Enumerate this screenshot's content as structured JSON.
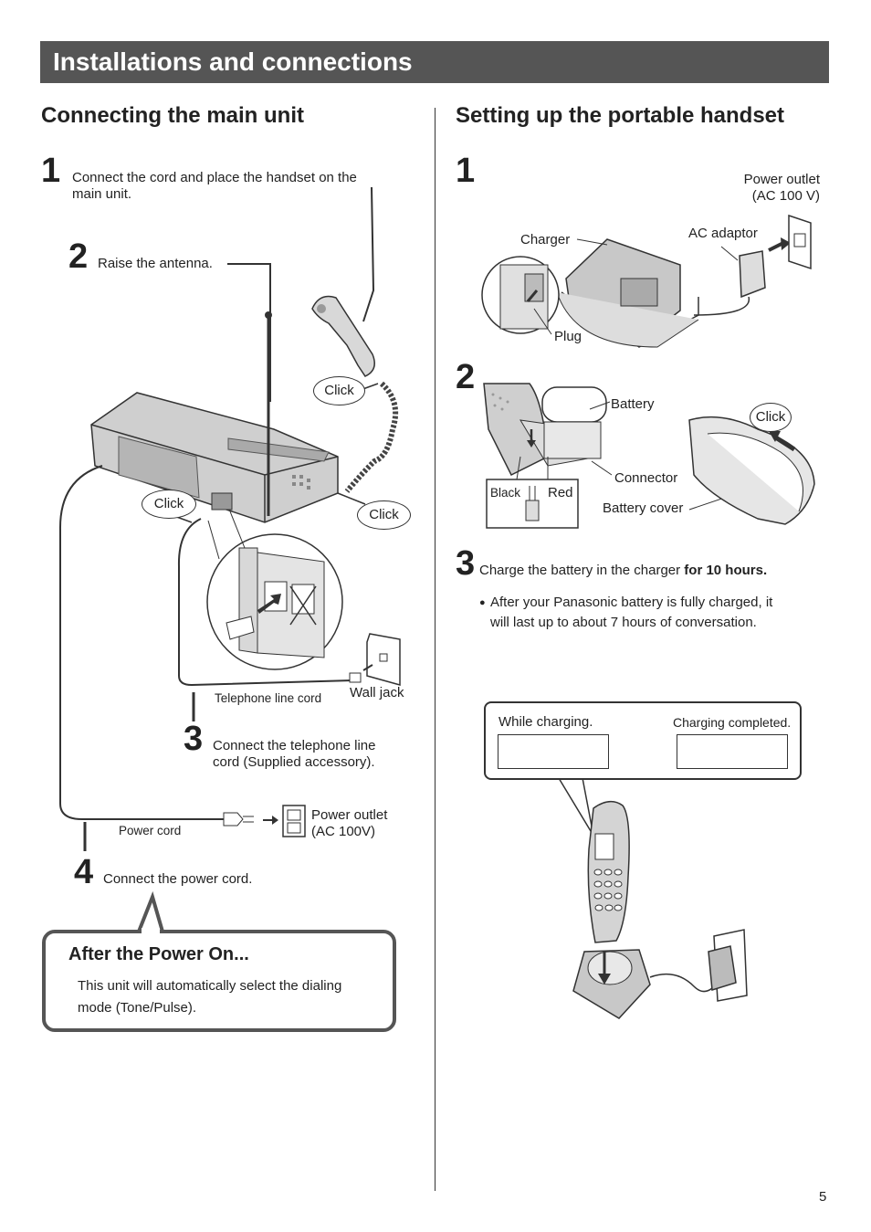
{
  "header": {
    "title": "Installations and connections"
  },
  "left": {
    "heading": "Connecting the main unit",
    "steps": [
      {
        "num": "1",
        "text": "Connect the cord and place the handset on the main unit."
      },
      {
        "num": "2",
        "text": "Raise the antenna."
      },
      {
        "num": "3",
        "text": "Connect the telephone line cord (Supplied accessory)."
      },
      {
        "num": "4",
        "text": "Connect the power cord."
      }
    ],
    "labels": {
      "click": "Click",
      "telephone_line_cord": "Telephone line cord",
      "wall_jack": "Wall jack",
      "power_cord": "Power cord",
      "power_outlet": "Power outlet (AC 100V)"
    },
    "callout": {
      "title": "After the Power On...",
      "body": "This unit will automatically select the dialing mode (Tone/Pulse)."
    }
  },
  "right": {
    "heading": "Setting up the portable handset",
    "steps": [
      {
        "num": "1"
      },
      {
        "num": "2"
      },
      {
        "num": "3",
        "text": "Charge the battery in the charger ",
        "bold": "for 10 hours."
      }
    ],
    "labels": {
      "power_outlet": "Power outlet (AC 100 V)",
      "charger": "Charger",
      "ac_adaptor": "AC adaptor",
      "plug": "Plug",
      "battery": "Battery",
      "click": "Click",
      "connector": "Connector",
      "black": "Black",
      "red": "Red",
      "battery_cover": "Battery cover"
    },
    "bullet": "After your Panasonic battery is fully charged, it will last up to about 7 hours of conversation.",
    "charge_box": {
      "while_charging": "While charging.",
      "charging_completed": "Charging completed."
    }
  },
  "page_number": "5"
}
